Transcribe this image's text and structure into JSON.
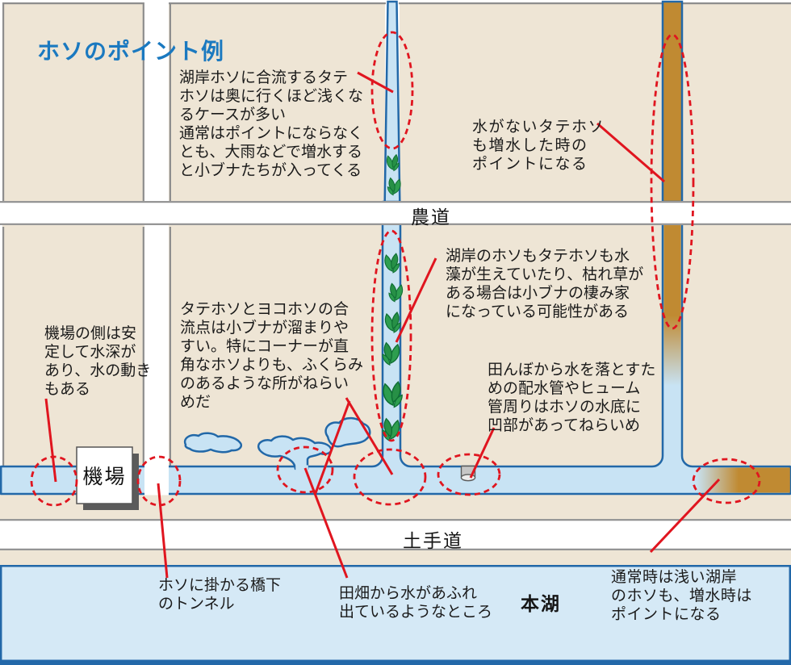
{
  "title": "ホソのポイント例",
  "labels": {
    "farm_road": "農道",
    "bank_road": "土手道",
    "main_lake": "本湖",
    "pump_station": "機場"
  },
  "annotations": {
    "merging_tatehoso": "湖岸ホソに合流するタテ\nホソは奥に行くほど浅くな\nるケースが多い\n通常はポイントにならなく\nとも、大雨などで増水する\nと小ブナたちが入ってくる",
    "dry_tatehoso": "水がないタテホソ\nも増水した時の\nポイントになる",
    "waterweed": "湖岸のホソもタテホソも水\n藻が生えていたり、枯れ草が\nある場合は小ブナの棲み家\nになっている可能性がある",
    "pump_side": "機場の側は安\n定して水深が\nあり、水の動き\nもある",
    "junction": "タテホソとヨコホソの合\n流点は小ブナが溜まりや\nすい。特にコーナーが直\n角なホソよりも、ふくらみ\nのあるような所がねらい\nめだ",
    "drain_pipe": "田んぼから水を落とすた\nめの配水管やヒューム\n管周りはホソの水底に\n凹部があってねらいめ",
    "bridge_tunnel": "ホソに掛かる橋下\nのトンネル",
    "field_overflow": "田畑から水があふれ\n出ているようなところ",
    "lake_shore": "通常時は浅い湖岸\nのホソも、増水時は\nポイントになる"
  },
  "icons": {
    "waterweed": "waterweed-icon",
    "drain_pipe": "drain-pipe-icon",
    "point_marker": "dashed-ellipse-marker"
  },
  "colors": {
    "field_beige": "#EEE5D5",
    "water_blue": "#C8E3F4",
    "lake_blue": "#D5E9F6",
    "water_border_blue": "#2268A8",
    "dry_brown": "#C08A32",
    "accent_red": "#E0151F",
    "title_blue": "#1A79C0",
    "road_gray": "#8E8E8E"
  }
}
